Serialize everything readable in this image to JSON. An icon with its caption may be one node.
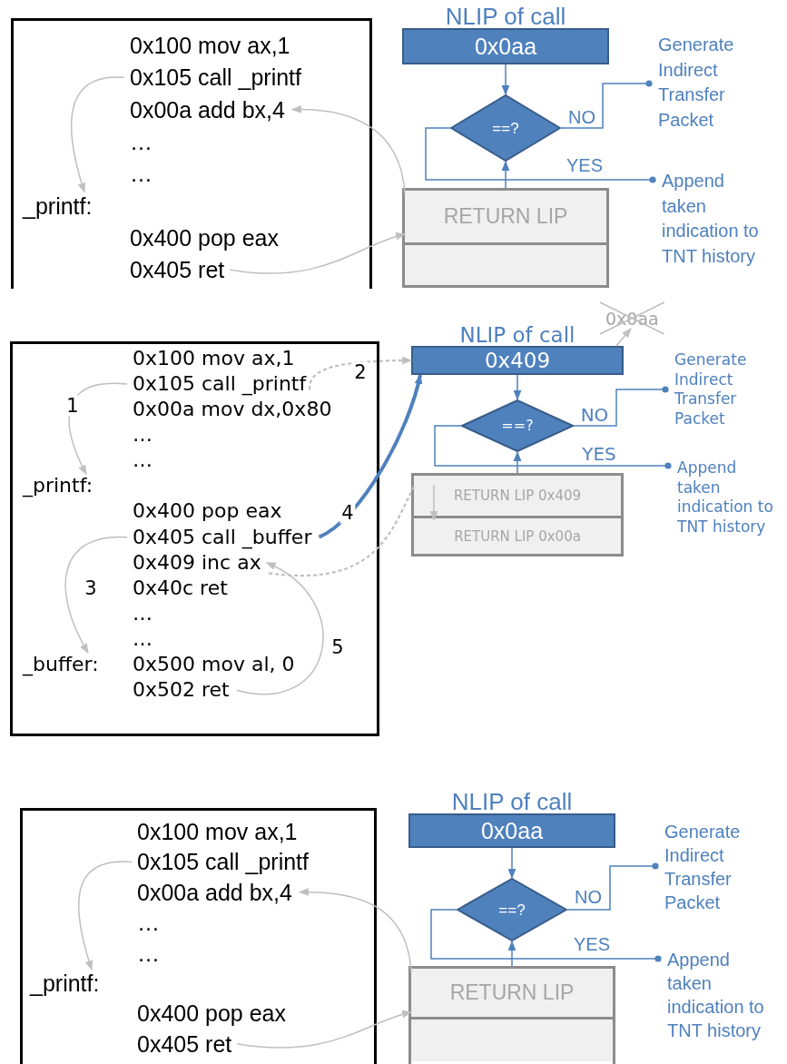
{
  "diagram": {
    "nodes": [
      {
        "text": [],
        "shape": "box"
      },
      {
        "text": [
          "0x100 mov ax,1"
        ],
        "in": 0
      },
      {
        "text": [
          "0x105 call _printf"
        ],
        "in": 0
      },
      {
        "text": [
          "0x00a add bx,4"
        ],
        "in": 0
      },
      {
        "text": [
          "…"
        ],
        "in": 0
      },
      {
        "text": [
          "…"
        ],
        "in": 0
      },
      {
        "text": [
          "_printf:"
        ],
        "in": 0
      },
      {
        "text": [
          "0x400 pop eax"
        ],
        "in": 0
      },
      {
        "text": [
          "0x405 ret"
        ],
        "in": 0
      },
      {
        "text": [
          "NLIP of call",
          "0x0aa"
        ]
      },
      {
        "text": [
          "==?"
        ]
      },
      {
        "text": [
          "Generate Indirect Transfer Packet"
        ]
      },
      {
        "text": [
          "Append taken indication to TNT history"
        ]
      },
      {
        "text": [],
        "shape": "box"
      },
      {
        "text": [
          "RETURN LIP"
        ],
        "in": 13
      },
      {
        "text": [],
        "shape": "box",
        "in": 13
      },
      {
        "text": [],
        "shape": "box"
      },
      {
        "text": [
          "0x100 mov ax,1"
        ],
        "in": 16
      },
      {
        "text": [
          "0x105 call _printf"
        ],
        "in": 16
      },
      {
        "text": [
          "0x00a mov dx,0x80"
        ],
        "in": 16
      },
      {
        "text": [
          "…"
        ],
        "in": 16
      },
      {
        "text": [
          "…"
        ],
        "in": 16
      },
      {
        "text": [
          "_printf:"
        ],
        "in": 16
      },
      {
        "text": [
          "0x400 pop eax"
        ],
        "in": 16
      },
      {
        "text": [
          "0x405 call _buffer"
        ],
        "in": 16
      },
      {
        "text": [
          "0x409 inc ax"
        ],
        "in": 16
      },
      {
        "text": [
          "0x40c ret"
        ],
        "in": 16
      },
      {
        "text": [
          "…"
        ],
        "in": 16
      },
      {
        "text": [
          "…"
        ],
        "in": 16
      },
      {
        "text": [
          "_buffer:"
        ],
        "in": 16
      },
      {
        "text": [
          "0x500 mov al, 0"
        ],
        "in": 16
      },
      {
        "text": [
          "0x502 ret"
        ],
        "in": 16
      },
      {
        "text": [
          "0x0aa"
        ]
      },
      {
        "text": [
          "NLIP of call",
          "0x409"
        ]
      },
      {
        "text": [
          "==?"
        ]
      },
      {
        "text": [
          "Generate Indirect Transfer Packet"
        ]
      },
      {
        "text": [
          "Append taken indication to TNT history"
        ]
      },
      {
        "text": [],
        "shape": "box"
      },
      {
        "text": [
          "RETURN LIP 0x409"
        ],
        "in": 37
      },
      {
        "text": [
          "RETURN LIP 0x00a"
        ],
        "in": 37
      },
      {
        "text": [],
        "shape": "box"
      },
      {
        "text": [
          "0x100 mov ax,1"
        ],
        "in": 40
      },
      {
        "text": [
          "0x105 call _printf"
        ],
        "in": 40
      },
      {
        "text": [
          "0x00a add bx,4"
        ],
        "in": 40
      },
      {
        "text": [
          "…"
        ],
        "in": 40
      },
      {
        "text": [
          "…"
        ],
        "in": 40
      },
      {
        "text": [
          "_printf:"
        ],
        "in": 40
      },
      {
        "text": [
          "0x400 pop eax"
        ],
        "in": 40
      },
      {
        "text": [
          "0x405 ret"
        ],
        "in": 40
      },
      {
        "text": [
          "NLIP of call",
          "0x0aa"
        ]
      },
      {
        "text": [
          "==?"
        ]
      },
      {
        "text": [
          "Generate Indirect Transfer Packet"
        ]
      },
      {
        "text": [
          "Append taken indication to TNT history"
        ]
      },
      {
        "text": [],
        "shape": "box"
      },
      {
        "text": [
          "RETURN LIP"
        ],
        "in": 53
      },
      {
        "text": [],
        "shape": "box",
        "in": 53
      }
    ],
    "edges": [
      {
        "from": 9,
        "to": 10,
        "arrow": "to"
      },
      {
        "from": 13,
        "to": 10,
        "arrow": "to"
      },
      {
        "from": 10,
        "to": 11,
        "arrow": "other",
        "label": "NO"
      },
      {
        "from": 10,
        "to": 12,
        "arrow": "other",
        "label": "YES"
      },
      {
        "from": 2,
        "to": 6,
        "arrow": "to",
        "color": "#bfbfbf"
      },
      {
        "from": 8,
        "to": 14,
        "arrow": "to",
        "color": "#bfbfbf"
      },
      {
        "from": 14,
        "to": 3,
        "arrow": "to",
        "color": "#bfbfbf"
      },
      {
        "from": 33,
        "to": 34,
        "arrow": "to"
      },
      {
        "from": 37,
        "to": 34,
        "arrow": "to"
      },
      {
        "from": 34,
        "to": 35,
        "arrow": "other",
        "label": "NO"
      },
      {
        "from": 34,
        "to": 36,
        "arrow": "other",
        "label": "YES"
      },
      {
        "from": 18,
        "to": 22,
        "arrow": "to",
        "label": "1",
        "color": "#bfbfbf"
      },
      {
        "from": 18,
        "to": 33,
        "arrow": "to",
        "label": "2",
        "style": "dashed",
        "color": "#bfbfbf"
      },
      {
        "from": 24,
        "to": 29,
        "arrow": "to",
        "label": "3",
        "color": "#bfbfbf"
      },
      {
        "from": 24,
        "to": 33,
        "arrow": "to",
        "label": "4",
        "style": "thick"
      },
      {
        "from": 31,
        "to": 25,
        "arrow": "to",
        "label": "5",
        "color": "#bfbfbf"
      },
      {
        "from": 38,
        "to": 25,
        "arrow": "none",
        "style": "dashed",
        "color": "#bfbfbf"
      },
      {
        "from": 33,
        "to": 32,
        "arrow": "to",
        "color": "#bfbfbf"
      },
      {
        "from": 49,
        "to": 50,
        "arrow": "to"
      },
      {
        "from": 53,
        "to": 50,
        "arrow": "to"
      },
      {
        "from": 50,
        "to": 51,
        "arrow": "other",
        "label": "NO"
      },
      {
        "from": 50,
        "to": 52,
        "arrow": "other",
        "label": "YES"
      },
      {
        "from": 42,
        "to": 46,
        "arrow": "to",
        "color": "#bfbfbf"
      },
      {
        "from": 48,
        "to": 54,
        "arrow": "to",
        "color": "#bfbfbf"
      },
      {
        "from": 54,
        "to": 43,
        "arrow": "to",
        "color": "#bfbfbf"
      },
      {
        "from": 38,
        "to": 39,
        "arrow": "to",
        "color": "#bfbfbf"
      }
    ]
  }
}
